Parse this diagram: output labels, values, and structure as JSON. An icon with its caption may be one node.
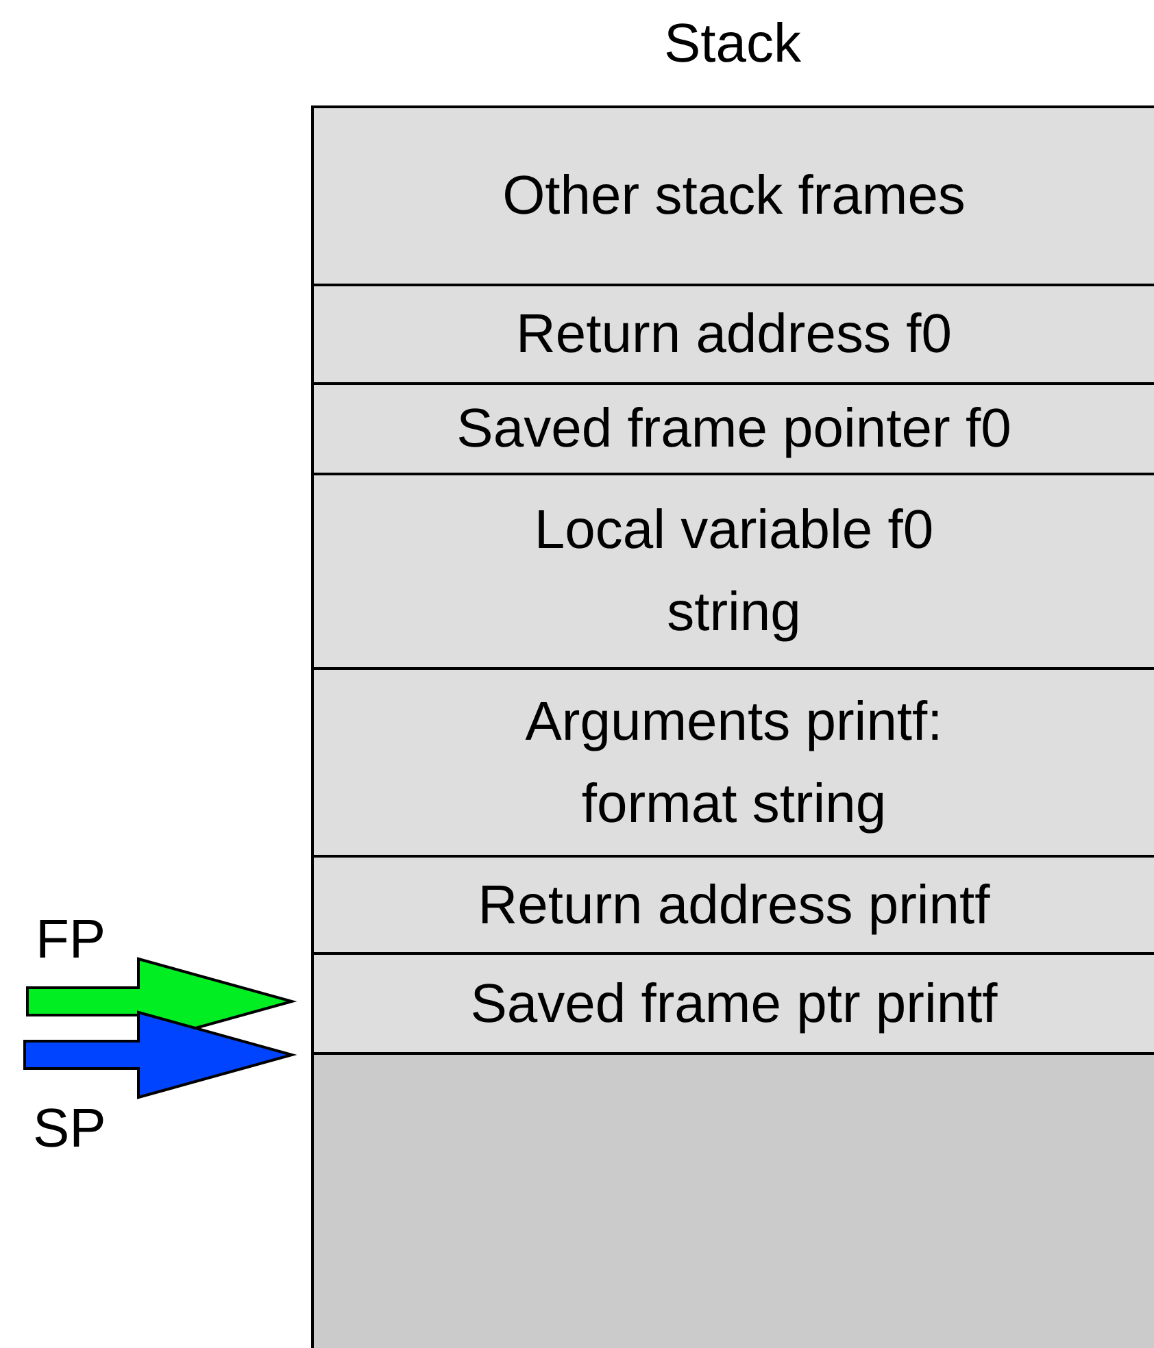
{
  "diagram": {
    "title": "Stack",
    "nodes": [
      {
        "text": [
          "Other stack frames"
        ]
      },
      {
        "text": [
          "Return address f0"
        ]
      },
      {
        "text": [
          "Saved frame pointer f0"
        ]
      },
      {
        "text": [
          "Local variable f0 string"
        ]
      },
      {
        "text": [
          "Arguments printf: format string"
        ]
      },
      {
        "text": [
          "Return address printf"
        ]
      },
      {
        "text": [
          "Saved frame ptr printf"
        ]
      },
      {
        "text": [],
        "shape": "box"
      },
      {
        "text": [
          "FP"
        ]
      },
      {
        "text": [
          "SP"
        ]
      }
    ],
    "edges": [
      {
        "from": 8,
        "to": 6,
        "arrow": "to",
        "style": "thick",
        "color": "#00ee22"
      },
      {
        "from": 9,
        "to": 7,
        "arrow": "to",
        "style": "thick",
        "color": "#0044ff"
      }
    ]
  }
}
